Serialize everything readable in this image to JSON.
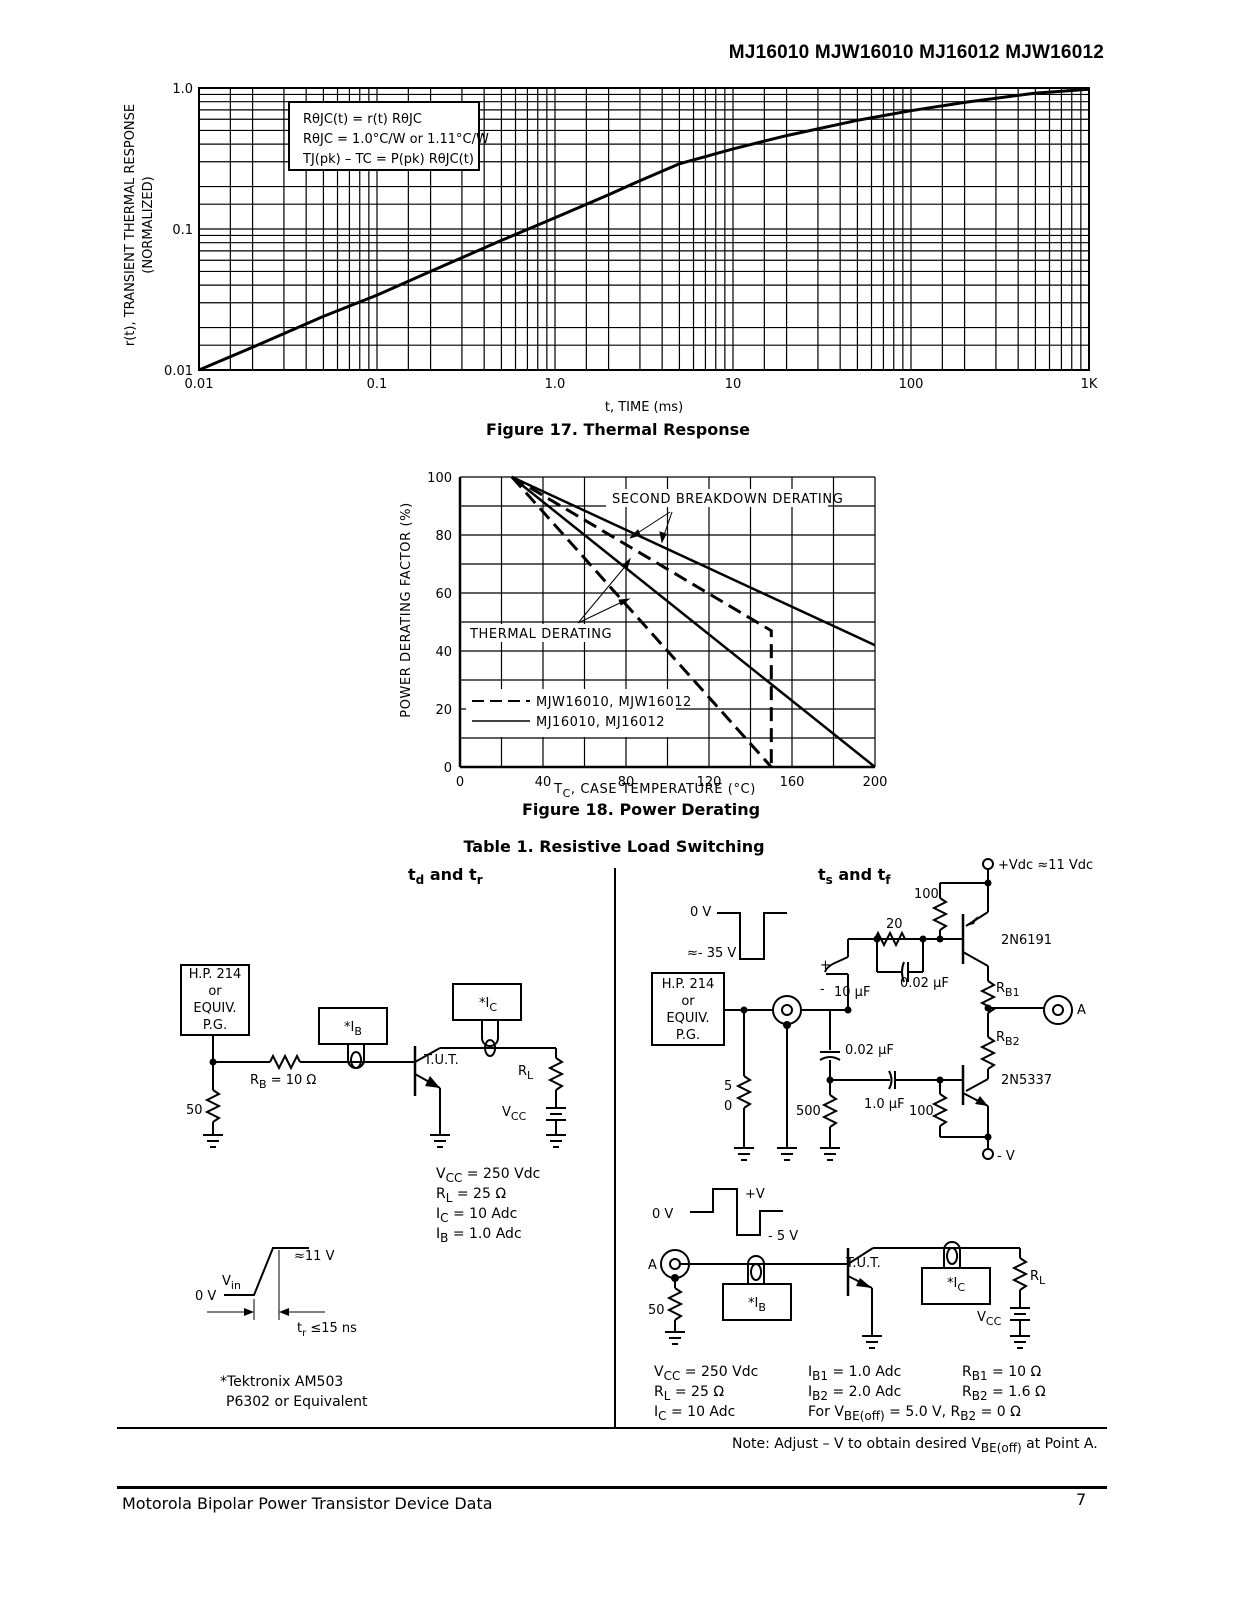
{
  "header": {
    "title": "MJ16010 MJW16010 MJ16012 MJW16012"
  },
  "footer": {
    "left": "Motorola Bipolar Power Transistor Device Data",
    "page": "7"
  },
  "chart_data": [
    {
      "type": "line",
      "title": "Figure 17. Thermal Response",
      "xlabel": "t, TIME (ms)",
      "ylabel": "r(t), TRANSIENT THERMAL RESPONSE",
      "ylabel2": "(NORMALIZED)",
      "xscale": "log",
      "yscale": "log",
      "xlim": [
        0.01,
        1000
      ],
      "ylim": [
        0.01,
        1.0
      ],
      "xticks": [
        "0.01",
        "0.1",
        "1.0",
        "10",
        "100",
        "1K"
      ],
      "yticks": [
        "0.01",
        "0.1",
        "1.0"
      ],
      "grid": true,
      "annotation": [
        "RθJC(t) = r(t) RθJC",
        "RθJC = 1.0°C/W or 1.11°C/W",
        "TJ(pk) – TC = P(pk) RθJC(t)"
      ],
      "series": [
        {
          "name": "r(t)",
          "x": [
            0.01,
            0.02,
            0.05,
            0.1,
            0.2,
            0.5,
            1.0,
            2.0,
            3.0,
            5.0,
            10,
            20,
            50,
            100,
            200,
            500,
            1000
          ],
          "y": [
            0.01,
            0.0145,
            0.024,
            0.034,
            0.05,
            0.083,
            0.12,
            0.175,
            0.22,
            0.29,
            0.37,
            0.46,
            0.59,
            0.69,
            0.79,
            0.92,
            0.98
          ]
        }
      ]
    },
    {
      "type": "line",
      "title": "Figure 18. Power Derating",
      "xlabel": "TC, CASE TEMPERATURE (°C)",
      "ylabel": "POWER DERATING FACTOR (%)",
      "xlim": [
        0,
        200
      ],
      "ylim": [
        0,
        100
      ],
      "xticks": [
        "0",
        "40",
        "80",
        "120",
        "160",
        "200"
      ],
      "yticks": [
        "0",
        "20",
        "40",
        "60",
        "80",
        "100"
      ],
      "grid": true,
      "annotations": {
        "second_breakdown": "SECOND BREAKDOWN DERATING",
        "thermal": "THERMAL DERATING"
      },
      "legend": [
        {
          "label": "MJW16010, MJW16012",
          "style": "dashed"
        },
        {
          "label": "MJ16010, MJ16012",
          "style": "solid"
        }
      ],
      "legend_position": "bottom-left",
      "series": [
        {
          "name": "MJ16010, MJ16012 second breakdown",
          "style": "solid",
          "x": [
            25,
            200
          ],
          "y": [
            100,
            42
          ]
        },
        {
          "name": "MJW16010, MJW16012 second breakdown",
          "style": "dashed",
          "x": [
            25,
            150,
            150
          ],
          "y": [
            100,
            47,
            0
          ]
        },
        {
          "name": "MJ16010, MJ16012 thermal",
          "style": "solid",
          "x": [
            25,
            200
          ],
          "y": [
            100,
            0
          ]
        },
        {
          "name": "MJW16010, MJW16012 thermal",
          "style": "dashed",
          "x": [
            25,
            150
          ],
          "y": [
            100,
            0
          ]
        }
      ]
    }
  ],
  "table": {
    "title": "Table 1. Resistive Load Switching",
    "left": {
      "heading_main1": "t",
      "heading_sub1": "d",
      "heading_mid": " and t",
      "heading_sub2": "r",
      "pg_box": [
        "H.P. 214",
        "or",
        "EQUIV.",
        "P.G."
      ],
      "ib_probe": "*I",
      "ib_sub": "B",
      "ic_probe": "*I",
      "ic_sub": "C",
      "tut": "T.U.T.",
      "rb": "R",
      "rb_sub": "B",
      "rb_val": " = 10 Ω",
      "r50": "50",
      "rl": "R",
      "rl_sub": "L",
      "vcc": "V",
      "vcc_sub": "CC",
      "conditions": [
        {
          "sym": "V",
          "sub": "CC",
          "val": " = 250 Vdc"
        },
        {
          "sym": "R",
          "sub": "L",
          "val": " = 25 Ω"
        },
        {
          "sym": "I",
          "sub": "C",
          "val": " = 10 Adc"
        },
        {
          "sym": "I",
          "sub": "B",
          "val": " = 1.0 Adc"
        }
      ],
      "wave": {
        "v0": "0 V",
        "vin": "V",
        "vin_sub": "in",
        "vhigh": "≈11 V",
        "tr": "t",
        "tr_sub": "r",
        "tr_val": " ≤15 ns"
      },
      "note": [
        "*Tektronix AM503",
        "P6302 or Equivalent"
      ]
    },
    "right": {
      "heading_main1": "t",
      "heading_sub1": "s",
      "heading_mid": " and t",
      "heading_sub2": "f",
      "vdc": "+Vdc ≈11 Vdc",
      "r100a": "100",
      "r20": "20",
      "q1": "2N6191",
      "c002a": "0.02 µF",
      "rb1": "R",
      "rb1_sub": "B1",
      "rb2": "R",
      "rb2_sub": "B2",
      "pointA": "A",
      "wave1": {
        "v0": "0 V",
        "vlow": "≈- 35 V"
      },
      "pg_box": [
        "H.P. 214",
        "or",
        "EQUIV.",
        "P.G."
      ],
      "c10": "10 µF",
      "cplus": "+",
      "cminus": "-",
      "c002b": "0.02 µF",
      "r50a": "5",
      "r50b": "0",
      "r500": "500",
      "c1": "1.0 µF",
      "r100b": "100",
      "q2": "2N5337",
      "negv": "- V",
      "wave2": {
        "v0": "0 V",
        "vplus": "+V",
        "vminus": "- 5 V"
      },
      "tut": "T.U.T.",
      "r50": "50",
      "ib_probe": "*I",
      "ib_sub": "B",
      "ic_probe": "*I",
      "ic_sub": "C",
      "rl": "R",
      "rl_sub": "L",
      "vcc": "V",
      "vcc_sub": "CC",
      "conditions_col1": [
        {
          "sym": "V",
          "sub": "CC",
          "val": " = 250 Vdc"
        },
        {
          "sym": "R",
          "sub": "L",
          "val": " = 25 Ω"
        },
        {
          "sym": "I",
          "sub": "C",
          "val": " = 10 Adc"
        }
      ],
      "conditions_col2": [
        {
          "sym": "I",
          "sub": "B1",
          "val": " = 1.0 Adc"
        },
        {
          "sym": "I",
          "sub": "B2",
          "val": " = 2.0 Adc"
        },
        {
          "sym": "For V",
          "sub": "BE(off)",
          "val": " = 5.0 V, R",
          "sub2": "B2",
          "val2": " = 0 Ω"
        }
      ],
      "conditions_col3": [
        {
          "sym": "R",
          "sub": "B1",
          "val": " = 10 Ω"
        },
        {
          "sym": "R",
          "sub": "B2",
          "val": " = 1.6 Ω"
        }
      ]
    },
    "note": {
      "pre": "Note: Adjust – V to obtain desired V",
      "sub": "BE(off)",
      "post": " at Point A."
    }
  }
}
